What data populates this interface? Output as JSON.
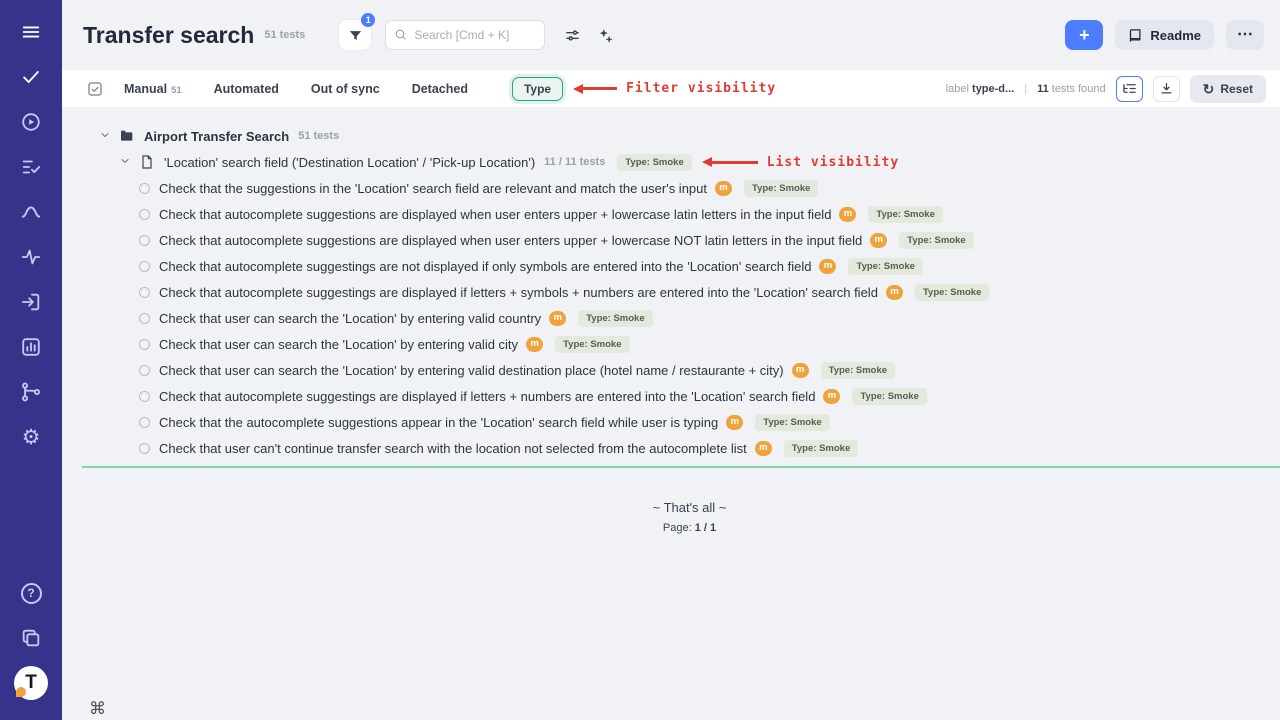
{
  "colors": {
    "accent_blue": "#4d7cfe",
    "annotation_red": "#e23c32",
    "manual_amber": "#f0a33c",
    "type_badge_bg": "#e3e9dd",
    "type_filter_teal": "#2aa586",
    "sidebar_bg": "#37338a"
  },
  "sidebar": {
    "icons": [
      "menu-icon",
      "check-icon",
      "play-circle-icon",
      "list-check-icon",
      "shared-steps-icon",
      "activity-icon",
      "sign-in-icon",
      "analytics-icon",
      "branch-icon",
      "gear-icon",
      "help-icon",
      "projects-icon",
      "app-logo"
    ],
    "gear_glyph": "⚙",
    "help_glyph": "?",
    "logo_letter": "T"
  },
  "header": {
    "title": "Transfer search",
    "tests_total": "51 tests",
    "filter_badge_count": "1",
    "search_placeholder": "Search [Cmd + K]",
    "add_button_label": "+",
    "readme_label": "Readme",
    "more_label": "⋯"
  },
  "toolbar": {
    "tabs": [
      {
        "label": "Manual",
        "count": "51"
      },
      {
        "label": "Automated",
        "count": ""
      },
      {
        "label": "Out of sync",
        "count": ""
      },
      {
        "label": "Detached",
        "count": ""
      }
    ],
    "type_filter_label": "Type",
    "filter_annotation": "Filter visibility",
    "label_prefix": "label ",
    "label_value": "type-d...",
    "divider": "|",
    "found_count": "11",
    "found_suffix": " tests found",
    "reset_icon": "↻",
    "reset_label": "Reset"
  },
  "tree": {
    "folder": {
      "name": "Airport Transfer Search",
      "count": "51 tests"
    },
    "suite": {
      "name": "'Location' search field ('Destination Location' / 'Pick-up Location')",
      "count": "11 / 11 tests",
      "type_badge": "Type: Smoke",
      "annotation": "List visibility"
    },
    "tests": [
      {
        "title": "Check that the suggestions in the 'Location' search field are relevant and match the user's input",
        "badge": "m",
        "type": "Type: Smoke"
      },
      {
        "title": "Check that autocomplete suggestions are displayed when user enters upper + lowercase latin letters in the input field",
        "badge": "m",
        "type": "Type: Smoke"
      },
      {
        "title": "Check that autocomplete suggestions are displayed when user enters upper + lowercase NOT latin letters in the input field",
        "badge": "m",
        "type": "Type: Smoke"
      },
      {
        "title": "Check that autocomplete suggestings are not displayed if only symbols are entered into the 'Location' search field",
        "badge": "m",
        "type": "Type: Smoke"
      },
      {
        "title": "Check that autocomplete suggestings are displayed if letters + symbols + numbers are entered into the 'Location' search field",
        "badge": "m",
        "type": "Type: Smoke"
      },
      {
        "title": "Check that user can search the 'Location' by entering valid country",
        "badge": "m",
        "type": "Type: Smoke"
      },
      {
        "title": "Check that user can search the 'Location' by entering valid city",
        "badge": "m",
        "type": "Type: Smoke"
      },
      {
        "title": "Check that user can search the 'Location' by entering valid destination place (hotel name / restaurante + city)",
        "badge": "m",
        "type": "Type: Smoke"
      },
      {
        "title": "Check that autocomplete suggestings are displayed if letters + numbers are entered into the 'Location' search field",
        "badge": "m",
        "type": "Type: Smoke"
      },
      {
        "title": "Check that the autocomplete suggestions appear in the 'Location' search field while user is typing",
        "badge": "m",
        "type": "Type: Smoke"
      },
      {
        "title": "Check that user can't continue transfer search with the location not selected from the autocomplete list",
        "badge": "m",
        "type": "Type: Smoke"
      }
    ]
  },
  "footer": {
    "end_text": "~ That's all ~",
    "page_label": "Page: ",
    "page_value": "1 / 1"
  },
  "shortcut_hint": "⌘"
}
